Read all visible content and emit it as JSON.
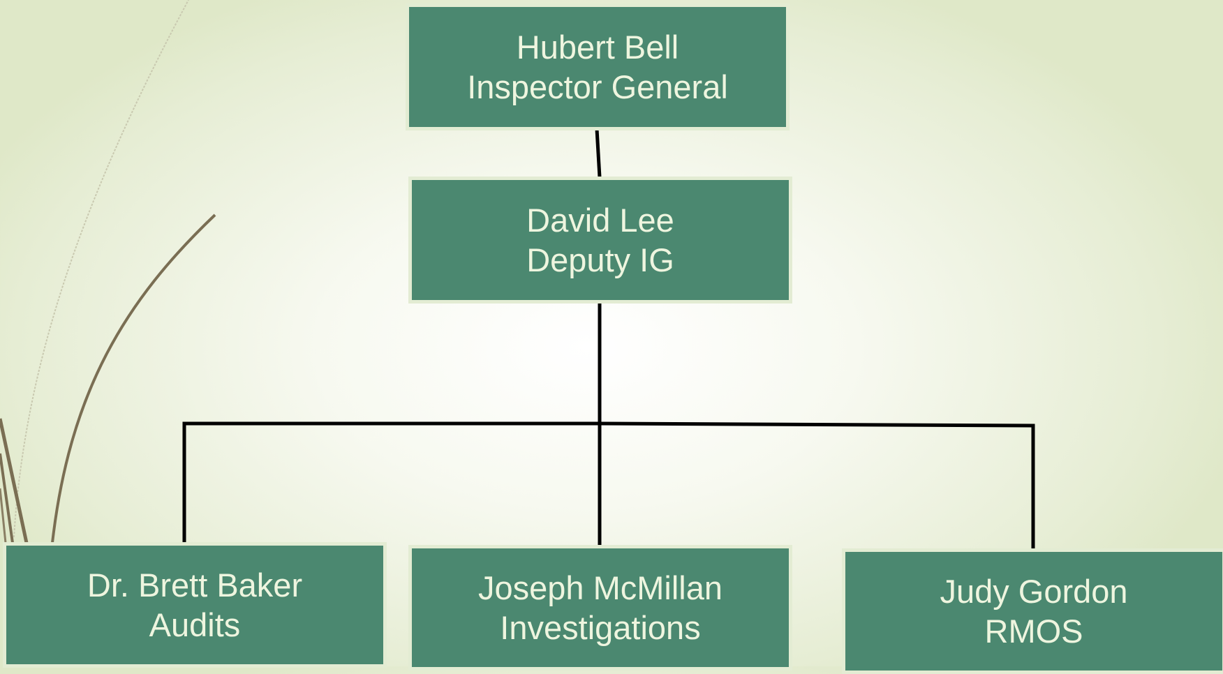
{
  "org_chart": {
    "top": {
      "name": "Hubert Bell",
      "title": "Inspector General"
    },
    "deputy": {
      "name": "David Lee",
      "title": "Deputy IG"
    },
    "reports": [
      {
        "name": "Dr. Brett Baker",
        "title": "Audits"
      },
      {
        "name": "Joseph McMillan",
        "title": "Investigations"
      },
      {
        "name": "Judy Gordon",
        "title": "RMOS"
      }
    ]
  },
  "colors": {
    "box_fill": "#4b8870",
    "box_border": "#e3ecd3",
    "box_text": "#eef5df",
    "connector": "#000000",
    "background_accent": "#dfe8c8"
  }
}
